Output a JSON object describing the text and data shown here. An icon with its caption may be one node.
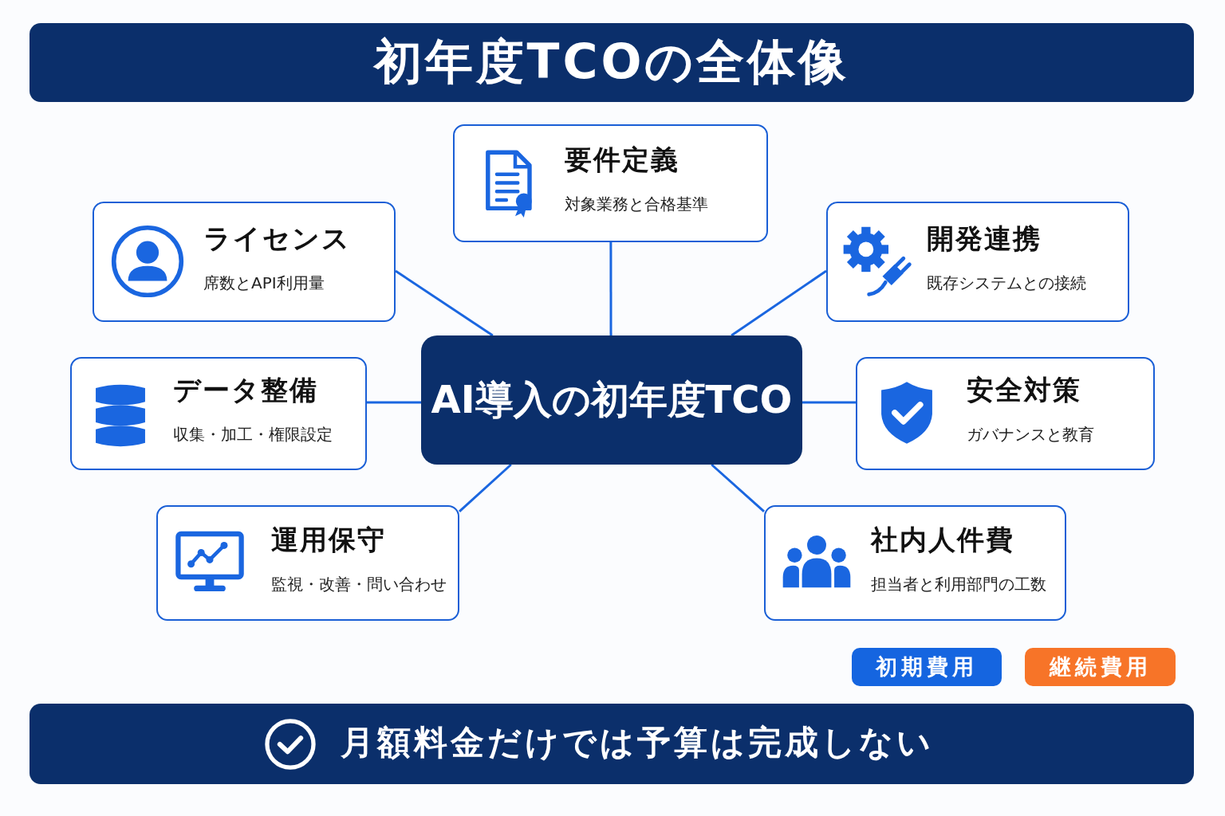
{
  "diagram": {
    "title": "初年度TCOの全体像",
    "caption": "月額料金だけでは予算は完成しない",
    "nodes": [
      {
        "text": [
          "AI導入の初年度TCO"
        ]
      },
      {
        "text": [
          "要件定義",
          "対象業務と合格基準"
        ]
      },
      {
        "text": [
          "ライセンス",
          "席数とAPI利用量"
        ]
      },
      {
        "text": [
          "開発連携",
          "既存システムとの接続"
        ]
      },
      {
        "text": [
          "データ整備",
          "収集・加工・権限設定"
        ]
      },
      {
        "text": [
          "安全対策",
          "ガバナンスと教育"
        ]
      },
      {
        "text": [
          "運用保守",
          "監視・改善・問い合わせ"
        ]
      },
      {
        "text": [
          "社内人件費",
          "担当者と利用部門の工数"
        ]
      }
    ],
    "edges": [
      {
        "from": 0,
        "to": 1,
        "arrow": "none"
      },
      {
        "from": 0,
        "to": 2,
        "arrow": "none"
      },
      {
        "from": 0,
        "to": 3,
        "arrow": "none"
      },
      {
        "from": 0,
        "to": 4,
        "arrow": "none"
      },
      {
        "from": 0,
        "to": 5,
        "arrow": "none"
      },
      {
        "from": 0,
        "to": 6,
        "arrow": "none"
      },
      {
        "from": 0,
        "to": 7,
        "arrow": "none"
      }
    ],
    "legend": [
      {
        "text": "初期費用",
        "color": "#1565e0"
      },
      {
        "text": "継続費用",
        "color": "#f77428"
      }
    ]
  }
}
